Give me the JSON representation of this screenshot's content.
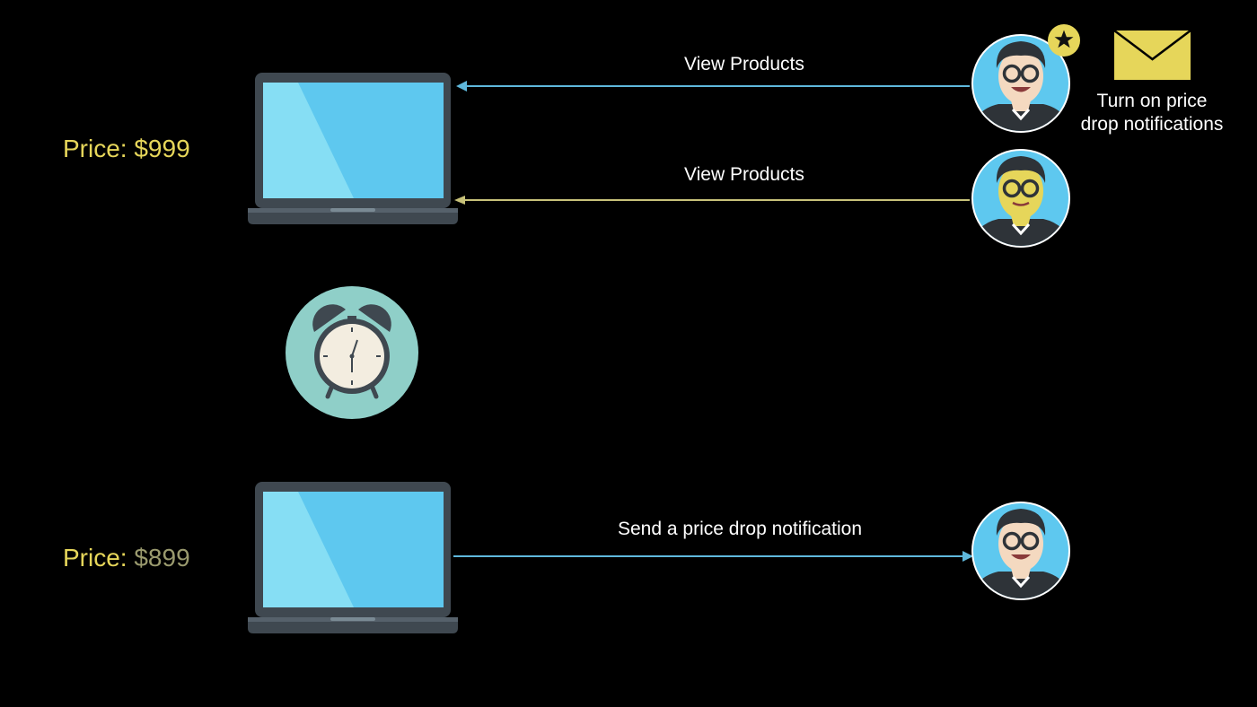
{
  "colors": {
    "background": "#000000",
    "price_label": "#e6d65a",
    "old_price_dim": "#9a9a6e",
    "arrow_blue": "#5fb8dc",
    "arrow_yellow": "#c8c27a",
    "screen": "#5ec8ef",
    "laptop_frame": "#3f4850",
    "clock_bg": "#8fcfc8",
    "envelope": "#e6d65a"
  },
  "top": {
    "price_prefix": "Price:",
    "price_value": "$999",
    "arrow1_label": "View Products",
    "arrow2_label": "View Products",
    "notify_line1": "Turn on price",
    "notify_line2": "drop notifications"
  },
  "bottom": {
    "price_prefix": "Price:",
    "price_value": "$899",
    "arrow_label": "Send a price drop notification"
  },
  "icons": [
    "laptop-icon",
    "user-avatar-icon",
    "star-badge-icon",
    "envelope-icon",
    "alarm-clock-icon"
  ]
}
